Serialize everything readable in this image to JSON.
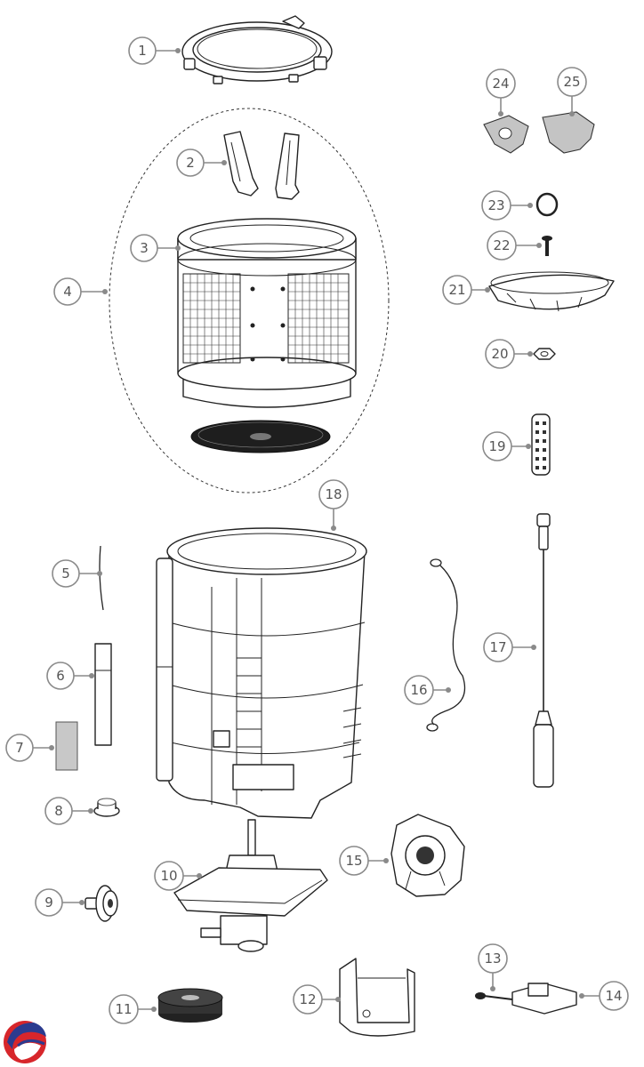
{
  "callouts": [
    {
      "id": "1",
      "label": "1"
    },
    {
      "id": "2",
      "label": "2"
    },
    {
      "id": "3",
      "label": "3"
    },
    {
      "id": "4",
      "label": "4"
    },
    {
      "id": "5",
      "label": "5"
    },
    {
      "id": "6",
      "label": "6"
    },
    {
      "id": "7",
      "label": "7"
    },
    {
      "id": "8",
      "label": "8"
    },
    {
      "id": "9",
      "label": "9"
    },
    {
      "id": "10",
      "label": "10"
    },
    {
      "id": "11",
      "label": "11"
    },
    {
      "id": "12",
      "label": "12"
    },
    {
      "id": "13",
      "label": "13"
    },
    {
      "id": "14",
      "label": "14"
    },
    {
      "id": "15",
      "label": "15"
    },
    {
      "id": "16",
      "label": "16"
    },
    {
      "id": "17",
      "label": "17"
    },
    {
      "id": "18",
      "label": "18"
    },
    {
      "id": "19",
      "label": "19"
    },
    {
      "id": "20",
      "label": "20"
    },
    {
      "id": "21",
      "label": "21"
    },
    {
      "id": "22",
      "label": "22"
    },
    {
      "id": "23",
      "label": "23"
    },
    {
      "id": "24",
      "label": "24"
    },
    {
      "id": "25",
      "label": "25"
    }
  ],
  "colors": {
    "callout_stroke": "#8a8a8a",
    "callout_text": "#555555",
    "part_stroke": "#222222",
    "logo_red": "#d7262b",
    "logo_blue": "#2b3b8f"
  },
  "icons": {
    "logo": "brand-logo-icon"
  }
}
